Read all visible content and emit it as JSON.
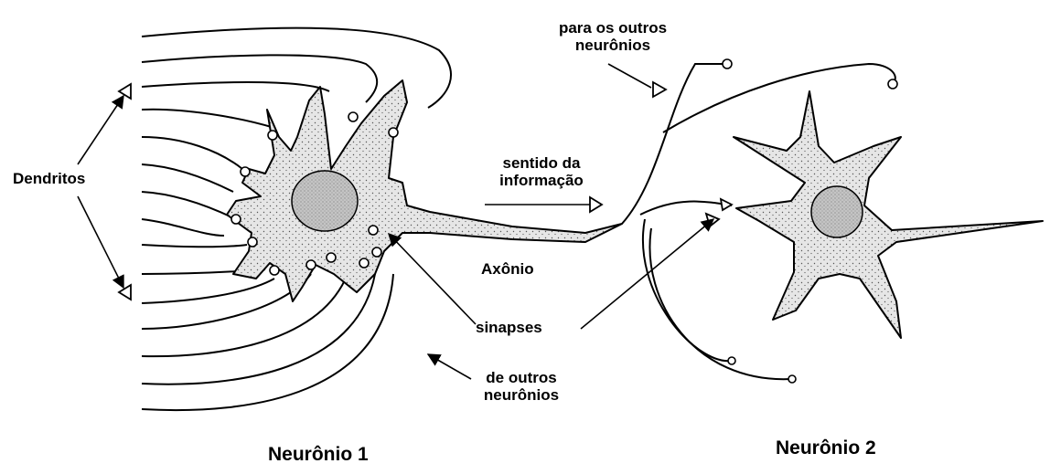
{
  "labels": {
    "dendritos": "Dendritos",
    "to_other_neurons_line1": "para os outros",
    "to_other_neurons_line2": "neurônios",
    "info_direction_line1": "sentido da",
    "info_direction_line2": "informação",
    "axon": "Axônio",
    "synapses": "sinapses",
    "from_other_neurons_line1": "de outros",
    "from_other_neurons_line2": "neurônios",
    "neuron1": "Neurônio 1",
    "neuron2": "Neurônio 2"
  },
  "colors": {
    "ink": "#000000",
    "cell_fill": "#e6e6e6",
    "nucleus_fill": "#bdbdbd",
    "background": "#ffffff"
  }
}
